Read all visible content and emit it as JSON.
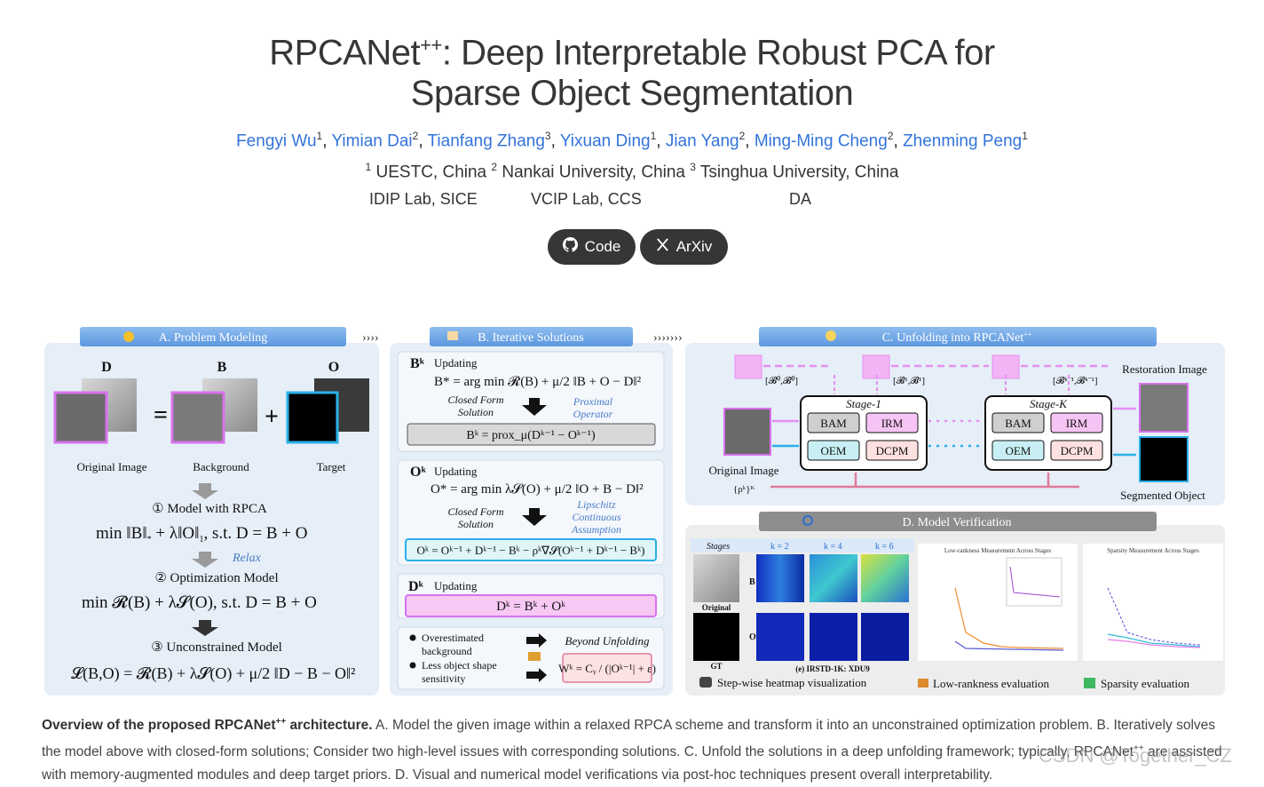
{
  "title_line1": "RPCANet",
  "title_sup": "++",
  "title_line1_rest": ": Deep Interpretable Robust PCA for",
  "title_line2": "Sparse Object Segmentation",
  "authors": [
    {
      "name": "Fengyi Wu",
      "sup": "1"
    },
    {
      "name": "Yimian Dai",
      "sup": "2"
    },
    {
      "name": "Tianfang Zhang",
      "sup": "3"
    },
    {
      "name": "Yixuan Ding",
      "sup": "1"
    },
    {
      "name": "Jian Yang",
      "sup": "2"
    },
    {
      "name": "Ming-Ming Cheng",
      "sup": "2"
    },
    {
      "name": "Zhenming Peng",
      "sup": "1"
    }
  ],
  "affiliations": [
    {
      "sup": "1",
      "name": "UESTC, China"
    },
    {
      "sup": "2",
      "name": "Nankai University, China"
    },
    {
      "sup": "3",
      "name": "Tsinghua University, China"
    }
  ],
  "labs": [
    "IDIP Lab, SICE",
    "VCIP Lab, CCS",
    "DA"
  ],
  "buttons": {
    "code": "Code",
    "arxiv": "ArXiv"
  },
  "figure": {
    "sec_a": "A. Problem Modeling",
    "sec_b": "B. Iterative Solutions",
    "sec_c": "C.  Unfolding into RPCANet",
    "sec_c_sup": "++",
    "sec_d": "D.  Model Verification",
    "a_D": "D",
    "a_B": "B",
    "a_O": "O",
    "a_original": "Original Image",
    "a_background": "Background",
    "a_target": "Target",
    "a_step1": "① Model with RPCA",
    "a_relax": "Relax",
    "a_step2": "② Optimization Model",
    "a_step3": "③ Unconstrained Model",
    "b_updating": "Updating",
    "b_closed_form": "Closed Form",
    "b_solution": "Solution",
    "b_prox1": "Proximal",
    "b_prox2": "Operator",
    "b_lip1": "Lipschitz",
    "b_lip2": "Continuous",
    "b_lip3": "Assumption",
    "b_over1": "Overestimated",
    "b_over2": "background",
    "b_less1": "Less object shape",
    "b_less2": "sensitivity",
    "b_beyond": "Beyond Unfolding",
    "c_restoration": "Restoration Image",
    "c_stage1": "Stage-1",
    "c_stagek": "Stage-K",
    "c_bam": "BAM",
    "c_irm": "IRM",
    "c_oem": "OEM",
    "c_dcpm": "DCPM",
    "c_original": "Original Image",
    "c_segmented": "Segmented Object",
    "d_stages": "Stages",
    "d_k2": "k = 2",
    "d_k4": "k = 4",
    "d_k6": "k = 6",
    "d_original": "Original",
    "d_gt": "GT",
    "d_dataset": "(e) IRSTD-1K: XDU9",
    "d_chart1_title": "Low-rankness Measurement Across Stages",
    "d_chart2_title": "Sparsity Measurement Across Stages",
    "d_stepwise": "Step-wise heatmap visualization",
    "d_lowrank": "Low-rankness evaluation",
    "d_sparsity": "Sparsity evaluation"
  },
  "caption_bold": "Overview of the proposed RPCANet",
  "caption_bold_sup": "++",
  "caption_bold_end": " architecture.",
  "caption_text1": " A. Model the given image within a relaxed RPCA scheme and transform it into an unconstrained optimization problem. B. Iteratively solves the model above with closed-form solutions; Consider two high-level issues with corresponding solutions. C. Unfold the solutions in a deep unfolding framework; typically, RPCANet",
  "caption_sup2": "++",
  "caption_text2": " are assisted with memory-augmented modules and deep target priors. D. Visual and numerical model verifications via post-hoc techniques present overall interpretability.",
  "watermark": "CSDN @Together_CZ",
  "colors": {
    "link": "#3273dc",
    "button": "#363636",
    "section_header": "#6fa8e8",
    "panel": "#e8f0fa"
  }
}
